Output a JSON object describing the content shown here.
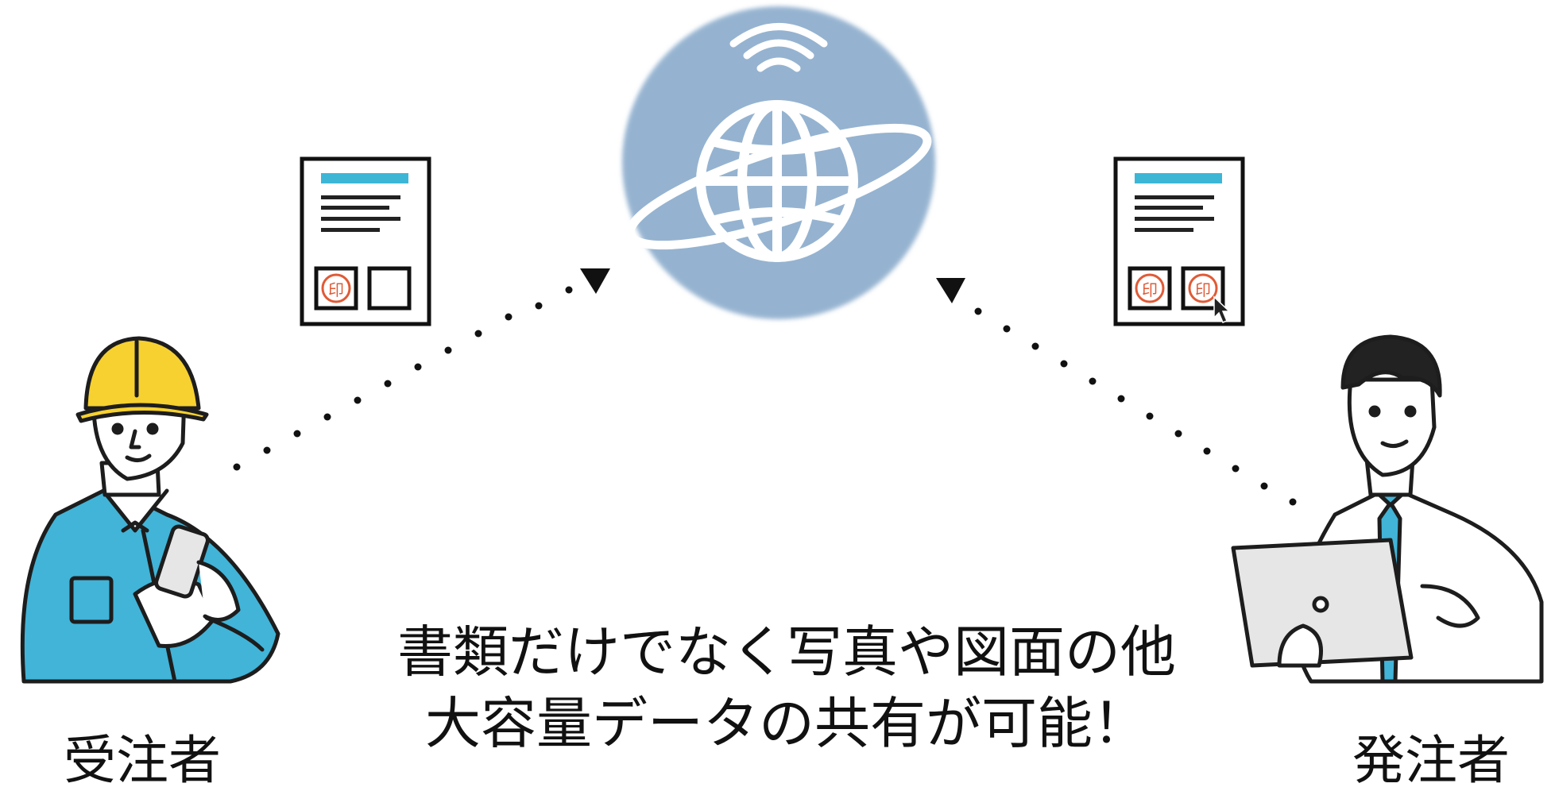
{
  "contractor": {
    "label": "受注者"
  },
  "orderer": {
    "label": "発注者"
  },
  "caption": {
    "line1": "書類だけでなく写真や図面の他",
    "line2": "大容量データの共有が可能！"
  },
  "documents": {
    "left": {
      "stamps": [
        "印"
      ]
    },
    "right": {
      "stamps": [
        "印",
        "印"
      ]
    }
  },
  "colors": {
    "network_circle": "#95b3d0",
    "workwear": "#41b4d8",
    "helmet": "#f7d130",
    "doc_header_bar": "#3db6d6",
    "stamp": "#e05a36",
    "tie": "#41b4d8"
  },
  "icons": {
    "network": "globe-with-wifi-icon",
    "pointer": "mouse-cursor-icon"
  }
}
